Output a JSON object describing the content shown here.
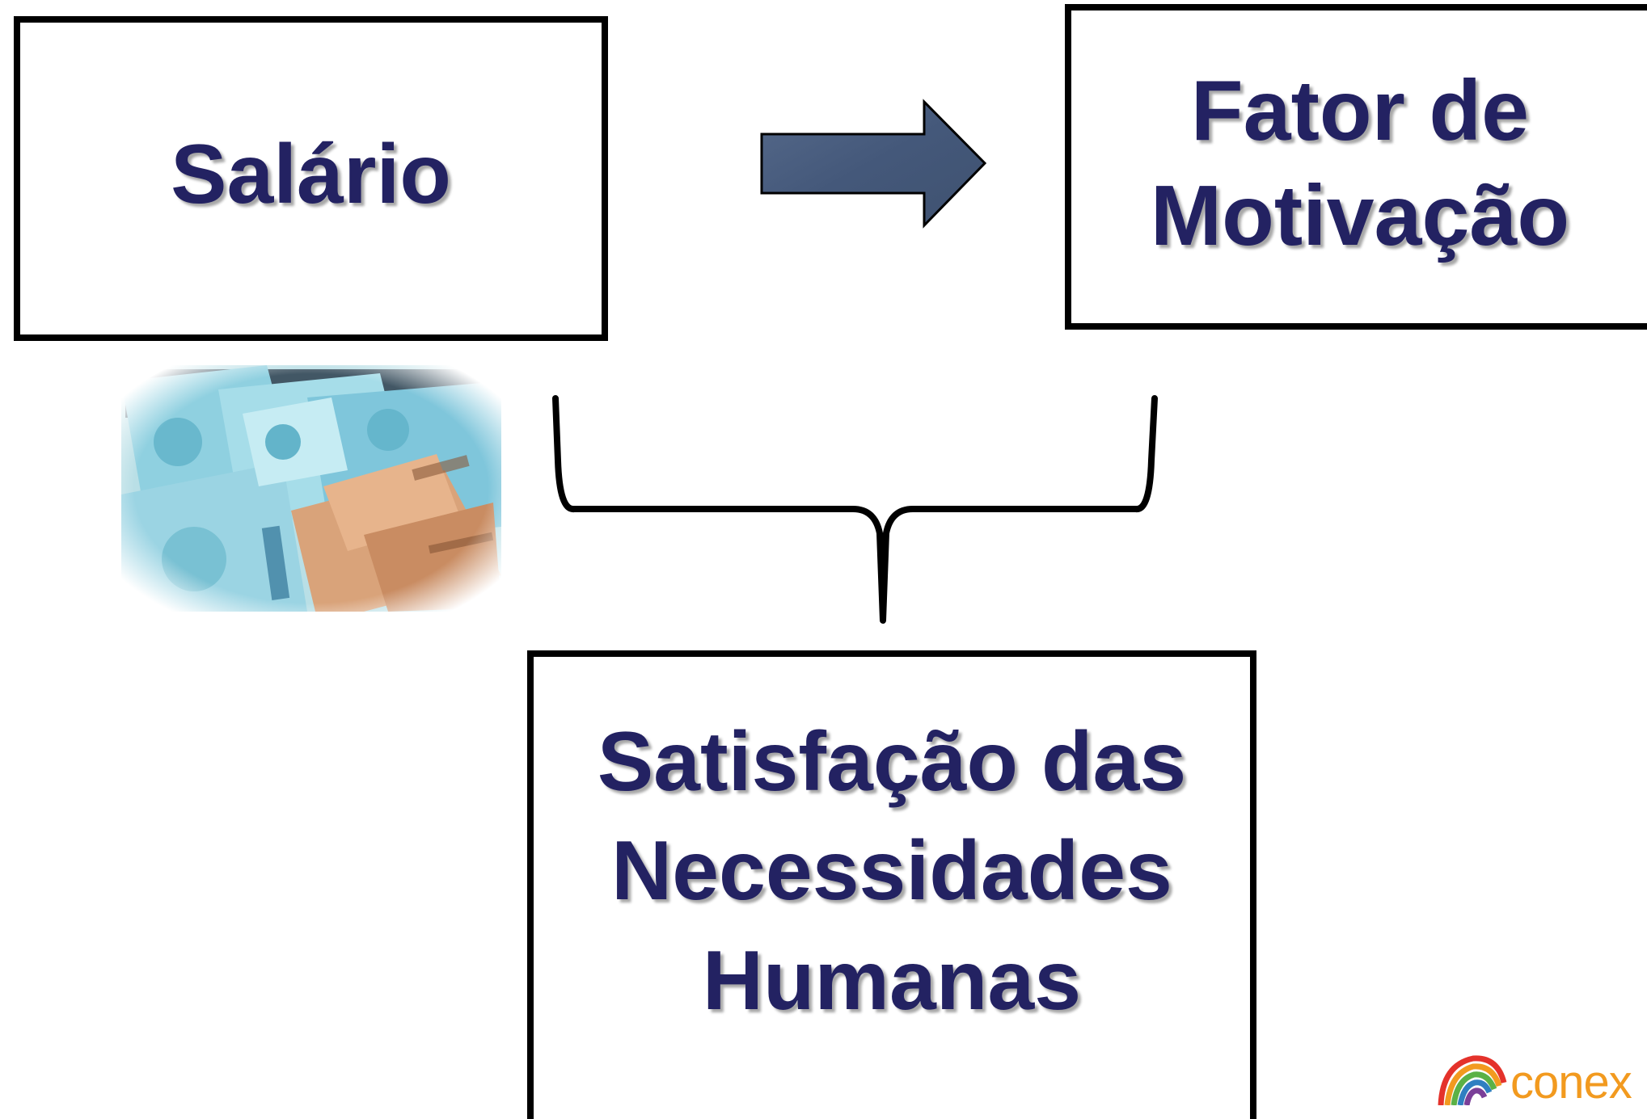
{
  "diagram": {
    "salario_label": "Salário",
    "fator_line1": "Fator de",
    "fator_line2": "Motivação",
    "satisfacao_line1": "Satisfação das",
    "satisfacao_line2": "Necessidades",
    "satisfacao_line3": "Humanas"
  },
  "logo": {
    "text": "conex"
  },
  "colors": {
    "label_text": "#232262",
    "arrow_fill": "#4a5e78",
    "box_border": "#000000",
    "logo_text": "#f29a1f"
  },
  "icons": {
    "arrow": "right-arrow-icon",
    "brace": "bracket-connector",
    "image": "brazilian-money-banknotes",
    "logo_mark": "rainbow-arc-logo"
  }
}
